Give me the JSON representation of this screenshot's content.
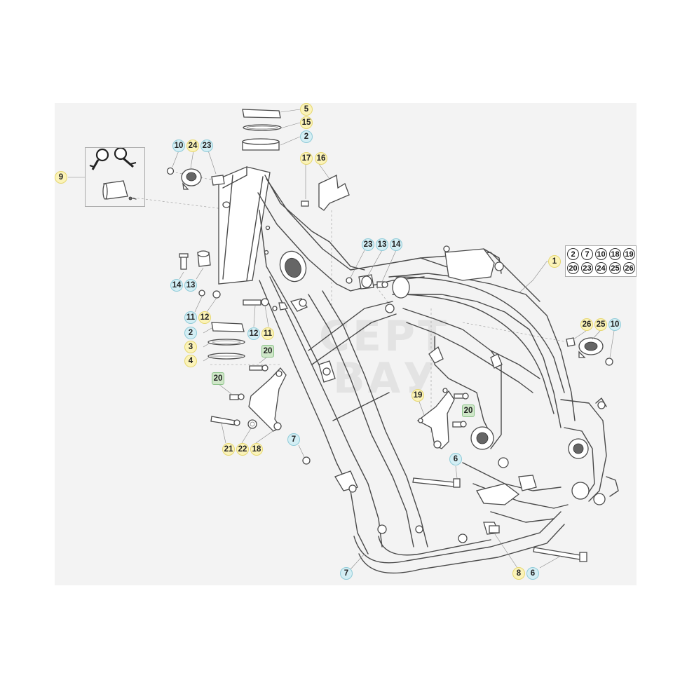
{
  "diagram": {
    "kit_group": {
      "callout": "1",
      "items": [
        "2",
        "7",
        "10",
        "18",
        "19",
        "20",
        "23",
        "24",
        "25",
        "26"
      ]
    },
    "callouts": [
      {
        "id": "c5a",
        "num": "5",
        "style": "y",
        "pos": "steering-bearing-top"
      },
      {
        "id": "c15",
        "num": "15",
        "style": "y"
      },
      {
        "id": "c2a",
        "num": "2",
        "style": "c"
      },
      {
        "id": "c10a",
        "num": "10",
        "style": "c"
      },
      {
        "id": "c24a",
        "num": "24",
        "style": "y"
      },
      {
        "id": "c23a",
        "num": "23",
        "style": "c"
      },
      {
        "id": "c17",
        "num": "17",
        "style": "y"
      },
      {
        "id": "c16",
        "num": "16",
        "style": "y"
      },
      {
        "id": "c9",
        "num": "9",
        "style": "y"
      },
      {
        "id": "c23b",
        "num": "23",
        "style": "c"
      },
      {
        "id": "c13b",
        "num": "13",
        "style": "c"
      },
      {
        "id": "c14b",
        "num": "14",
        "style": "c"
      },
      {
        "id": "c14a",
        "num": "14",
        "style": "c"
      },
      {
        "id": "c13a",
        "num": "13",
        "style": "c"
      },
      {
        "id": "c11a",
        "num": "11",
        "style": "c"
      },
      {
        "id": "c12a",
        "num": "12",
        "style": "y"
      },
      {
        "id": "c2b",
        "num": "2",
        "style": "c"
      },
      {
        "id": "c12b",
        "num": "12",
        "style": "c"
      },
      {
        "id": "c11b",
        "num": "11",
        "style": "y"
      },
      {
        "id": "c3",
        "num": "3",
        "style": "y"
      },
      {
        "id": "c20a",
        "num": "20",
        "style": "g"
      },
      {
        "id": "c4",
        "num": "4",
        "style": "y"
      },
      {
        "id": "c20b",
        "num": "20",
        "style": "g"
      },
      {
        "id": "c21",
        "num": "21",
        "style": "y"
      },
      {
        "id": "c22",
        "num": "22",
        "style": "y"
      },
      {
        "id": "c18",
        "num": "18",
        "style": "y"
      },
      {
        "id": "c7a",
        "num": "7",
        "style": "c"
      },
      {
        "id": "c19",
        "num": "19",
        "style": "y"
      },
      {
        "id": "c20c",
        "num": "20",
        "style": "g"
      },
      {
        "id": "c6a",
        "num": "6",
        "style": "c"
      },
      {
        "id": "c26",
        "num": "26",
        "style": "y"
      },
      {
        "id": "c25",
        "num": "25",
        "style": "y"
      },
      {
        "id": "c10b",
        "num": "10",
        "style": "c"
      },
      {
        "id": "c7b",
        "num": "7",
        "style": "c"
      },
      {
        "id": "c8",
        "num": "8",
        "style": "y"
      },
      {
        "id": "c6b",
        "num": "6",
        "style": "c"
      }
    ],
    "colors": {
      "panel_bg": "#f3f3f3",
      "callout_yellow": "#fbf3b8",
      "callout_cyan": "#d3eef4",
      "callout_green": "#cfe7c8",
      "line": "#4a4a4a"
    }
  }
}
